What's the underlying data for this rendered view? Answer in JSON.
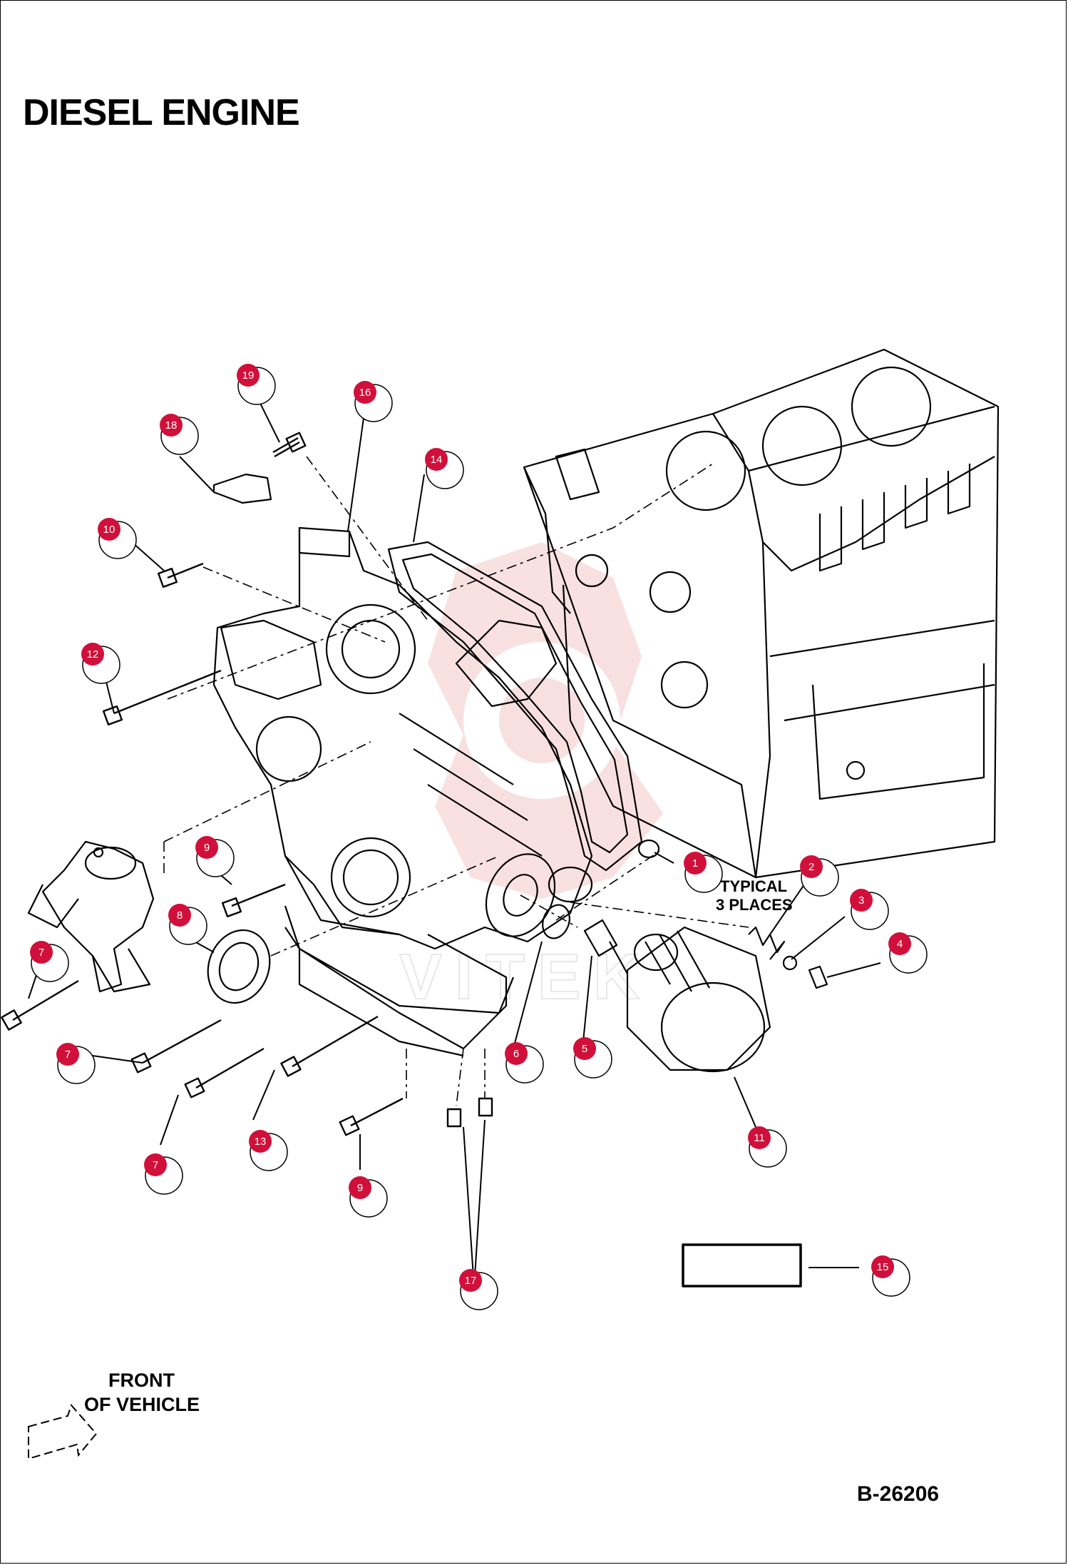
{
  "title": "DIESEL ENGINE",
  "document_id": "B-26206",
  "notes": {
    "typical_line1": "TYPICAL",
    "typical_line2": "3 PLACES",
    "front_line1": "FRONT",
    "front_line2": "OF VEHICLE"
  },
  "watermark": "VITEK",
  "colors": {
    "callout_red": "#d0103a",
    "line": "#000000",
    "watermark": "#f2c6c6"
  },
  "callouts": [
    {
      "id": "c1",
      "num": "1"
    },
    {
      "id": "c2",
      "num": "2"
    },
    {
      "id": "c3",
      "num": "3"
    },
    {
      "id": "c4",
      "num": "4"
    },
    {
      "id": "c5",
      "num": "5"
    },
    {
      "id": "c6",
      "num": "6"
    },
    {
      "id": "c7a",
      "num": "7"
    },
    {
      "id": "c7b",
      "num": "7"
    },
    {
      "id": "c7c",
      "num": "7"
    },
    {
      "id": "c8",
      "num": "8"
    },
    {
      "id": "c9a",
      "num": "9"
    },
    {
      "id": "c9b",
      "num": "9"
    },
    {
      "id": "c10",
      "num": "10"
    },
    {
      "id": "c11",
      "num": "11"
    },
    {
      "id": "c12",
      "num": "12"
    },
    {
      "id": "c13",
      "num": "13"
    },
    {
      "id": "c14",
      "num": "14"
    },
    {
      "id": "c15",
      "num": "15"
    },
    {
      "id": "c16",
      "num": "16"
    },
    {
      "id": "c17",
      "num": "17"
    },
    {
      "id": "c18",
      "num": "18"
    },
    {
      "id": "c19",
      "num": "19"
    }
  ]
}
